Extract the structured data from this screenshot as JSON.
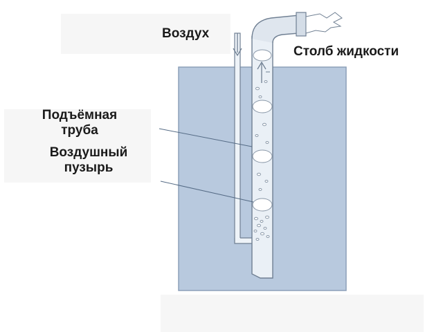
{
  "labels": {
    "air": "Воздух",
    "liquid_column": "Столб жидкости",
    "lift_tube_line1": "Подъёмная",
    "lift_tube_line2": "труба",
    "air_bubble_line1": "Воздушный",
    "air_bubble_line2": "пузырь"
  },
  "colors": {
    "water": "#b8c9de",
    "water_border": "#8c9fb8",
    "tube_fill": "#eaf0f6",
    "tube_border": "#6f7f92",
    "pointer_line": "#556b85",
    "bubble": "#ffffff"
  }
}
